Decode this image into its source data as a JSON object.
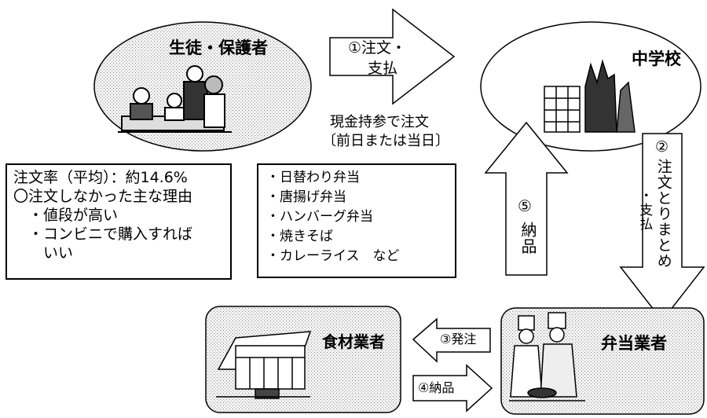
{
  "nodes": {
    "students": "生徒・保護者",
    "school": "中学校",
    "food_supplier": "食材業者",
    "bento_vendor": "弁当業者"
  },
  "flows": {
    "order_pay_num": "①注文・",
    "order_pay_sub": "支払",
    "cash_note_1": "現金持参で注文",
    "cash_note_2": "〔前日または当日〕",
    "compile_num": "②",
    "compile_text": "注文とりまとめ",
    "compile_sub": "・支払",
    "place_order": "③発注",
    "deliver_4": "④納品",
    "deliver_5_num": "⑤",
    "deliver_5_text": "納品"
  },
  "order_stats": {
    "lines": [
      "注文率（平均）：約14.6%",
      "〇注文しなかった主な理由",
      "　・値段が高い",
      "　・コンビニで購入すれば",
      "　　いい"
    ]
  },
  "menu": {
    "items": [
      "・日替わり弁当",
      "・唐揚げ弁当",
      "・ハンバーグ弁当",
      "・焼きそば",
      "・カレーライス　など"
    ]
  }
}
